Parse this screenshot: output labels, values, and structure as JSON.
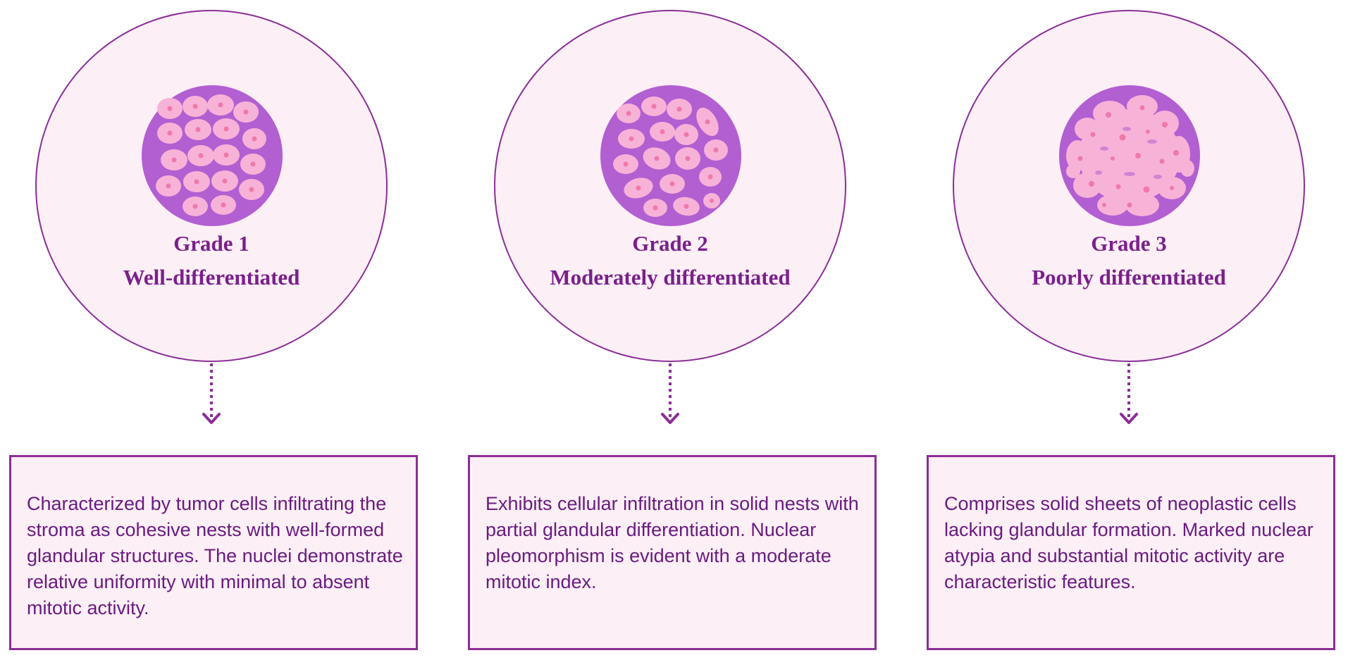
{
  "colors": {
    "border": "#8a2e96",
    "title_text": "#7a1f8c",
    "body_text": "#6a1b80",
    "panel_fill": "#fdeff6",
    "tissue_dark": "#b25fd2",
    "cell_pink": "#f7b2d8",
    "nucleus": "#ef79a8"
  },
  "grades": [
    {
      "grade": "Grade 1",
      "differentiation": "Well-differentiated",
      "icon": "cohesive-glandular-nests-icon",
      "description": "Characterized by tumor cells infiltrating the stroma as cohesive nests with well-formed glandular structures. The nuclei demonstrate relative uniformity with minimal to absent mitotic activity."
    },
    {
      "grade": "Grade 2",
      "differentiation": "Moderately differentiated",
      "icon": "solid-nests-partial-glands-icon",
      "description": "Exhibits cellular infiltration in solid nests with partial glandular differentiation. Nuclear pleomorphism is evident with a moderate mitotic index."
    },
    {
      "grade": "Grade 3",
      "differentiation": "Poorly differentiated",
      "icon": "solid-sheets-atypia-icon",
      "description": "Comprises solid sheets of neoplastic cells lacking glandular formation. Marked nuclear atypia and substantial mitotic activity are characteristic features."
    }
  ]
}
